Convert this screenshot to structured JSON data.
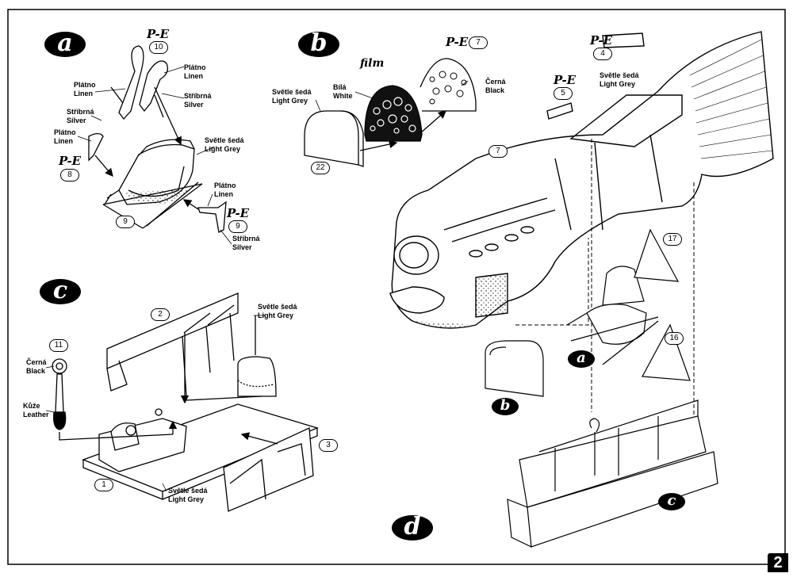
{
  "page_number": "2",
  "sections": {
    "a": "a",
    "b": "b",
    "c": "c",
    "d": "d"
  },
  "section_refs": {
    "a": "a",
    "b": "b",
    "c": "c"
  },
  "labels": {
    "film": "film",
    "pe": "P-E",
    "plato_linen_1": [
      "Plátno",
      "Linen"
    ],
    "plato_linen_2": [
      "Plátno",
      "Linen"
    ],
    "plato_linen_3": [
      "Plátno",
      "Linen"
    ],
    "plato_linen_4": [
      "Plátno",
      "Linen"
    ],
    "stribrna_silver_1": [
      "Stříbrná",
      "Silver"
    ],
    "stribrna_silver_2": [
      "Stříbrná",
      "Silver"
    ],
    "stribrna_silver_3": [
      "Stříbrná",
      "Silver"
    ],
    "svetle_seda_a": [
      "Světle šedá",
      "Light Grey"
    ],
    "svetle_seda_b": [
      "Světle šedá",
      "Light Grey"
    ],
    "bila_white": [
      "Bílá",
      "White"
    ],
    "cerna_black_b": [
      "Černá",
      "Black"
    ],
    "svetle_seda_d": [
      "Světle šedá",
      "Light Grey"
    ],
    "svetle_seda_c1": [
      "Světle šedá",
      "Light Grey"
    ],
    "svetle_seda_c2": [
      "Světle šedá",
      "Light Grey"
    ],
    "cerna_black_c": [
      "Černá",
      "Black"
    ],
    "kuze_leather": [
      "Kůže",
      "Leather"
    ]
  },
  "part_numbers": {
    "p10": "10",
    "p8": "8",
    "p9a": "9",
    "p9b": "9",
    "p7a": "7",
    "p7b": "7",
    "p22": "22",
    "p4": "4",
    "p5": "5",
    "p17": "17",
    "p16": "16",
    "p2": "2",
    "p11": "11",
    "p3": "3",
    "p1": "1"
  }
}
